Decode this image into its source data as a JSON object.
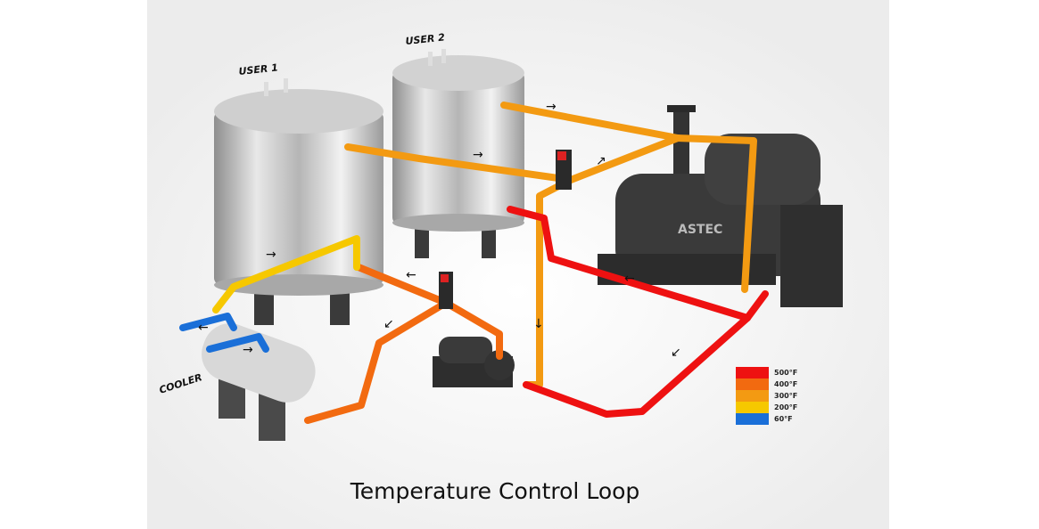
{
  "title": "Temperature Control Loop",
  "labels": {
    "user1": "USER 1",
    "user2": "USER 2",
    "cooler": "COOLER",
    "boiler_brand": "ASTEC"
  },
  "legend": [
    {
      "label": "500°F",
      "color": "#ee1111"
    },
    {
      "label": "400°F",
      "color": "#f26a10"
    },
    {
      "label": "300°F",
      "color": "#f39a12"
    },
    {
      "label": "200°F",
      "color": "#f6c800"
    },
    {
      "label": "60°F",
      "color": "#1a6fd8"
    }
  ]
}
